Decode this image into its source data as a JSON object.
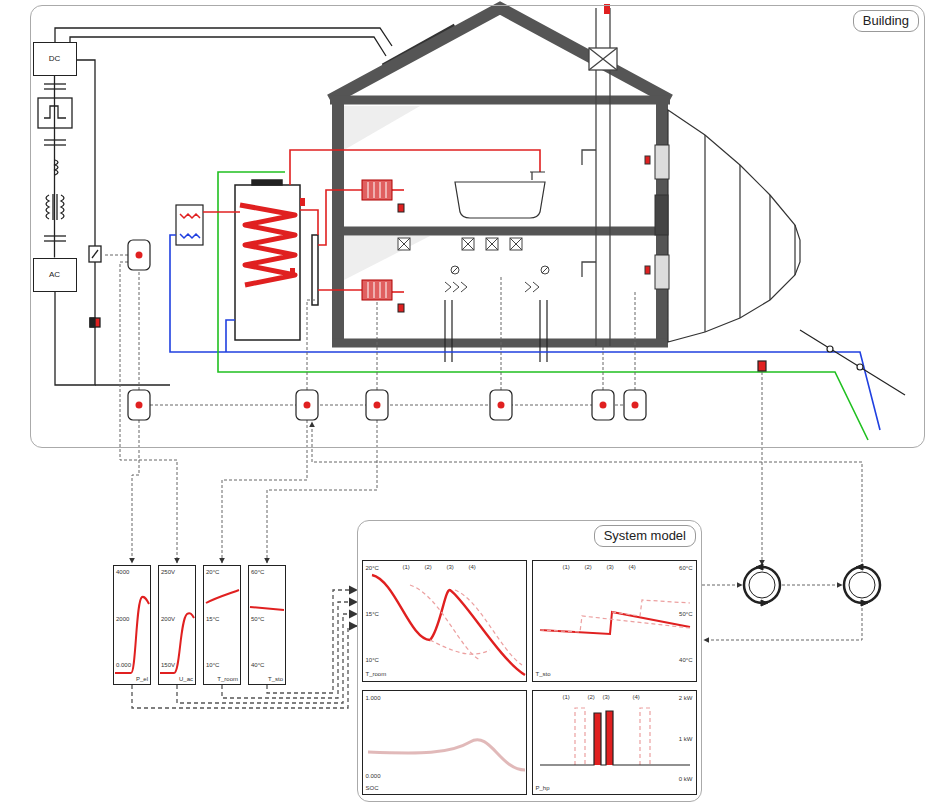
{
  "diagram": {
    "nodes": [
      {
        "text": [
          "Building"
        ]
      },
      {
        "text": [
          "DC"
        ],
        "in": 0
      },
      {
        "text": [
          "AC"
        ],
        "in": 0
      },
      {
        "text": [
          "4000",
          "2000",
          "0.000",
          "P_el"
        ]
      },
      {
        "text": [
          "250V",
          "200V",
          "150V",
          "U_ac"
        ]
      },
      {
        "text": [
          "20°C",
          "15°C",
          "10°C",
          "T_room"
        ]
      },
      {
        "text": [
          "60°C",
          "50°C",
          "40°C",
          "T_sto"
        ]
      },
      {
        "text": [
          "System model"
        ]
      },
      {
        "text": [
          "20°C",
          "15°C",
          "10°C",
          "(1)",
          "(2)",
          "(3)",
          "(4)",
          "T_room"
        ],
        "in": 7
      },
      {
        "text": [
          "60°C",
          "50°C",
          "40°C",
          "(1)",
          "(2)",
          "(3)",
          "(4)",
          "T_sto"
        ],
        "in": 7
      },
      {
        "text": [
          "1.000",
          "0.000",
          "SOC"
        ],
        "in": 7
      },
      {
        "text": [
          "2 kW",
          "1 kW",
          "0 kW",
          "(1)",
          "(2)",
          "(3)",
          "(4)",
          "P_hp"
        ],
        "in": 7
      }
    ],
    "edges": [
      {
        "from": 1,
        "to": 2,
        "arrow": "none"
      },
      {
        "from": 3,
        "to": 7,
        "arrow": "to"
      },
      {
        "from": 4,
        "to": 7,
        "arrow": "to"
      },
      {
        "from": 5,
        "to": 7,
        "arrow": "to"
      },
      {
        "from": 6,
        "to": 7,
        "arrow": "to"
      }
    ]
  }
}
